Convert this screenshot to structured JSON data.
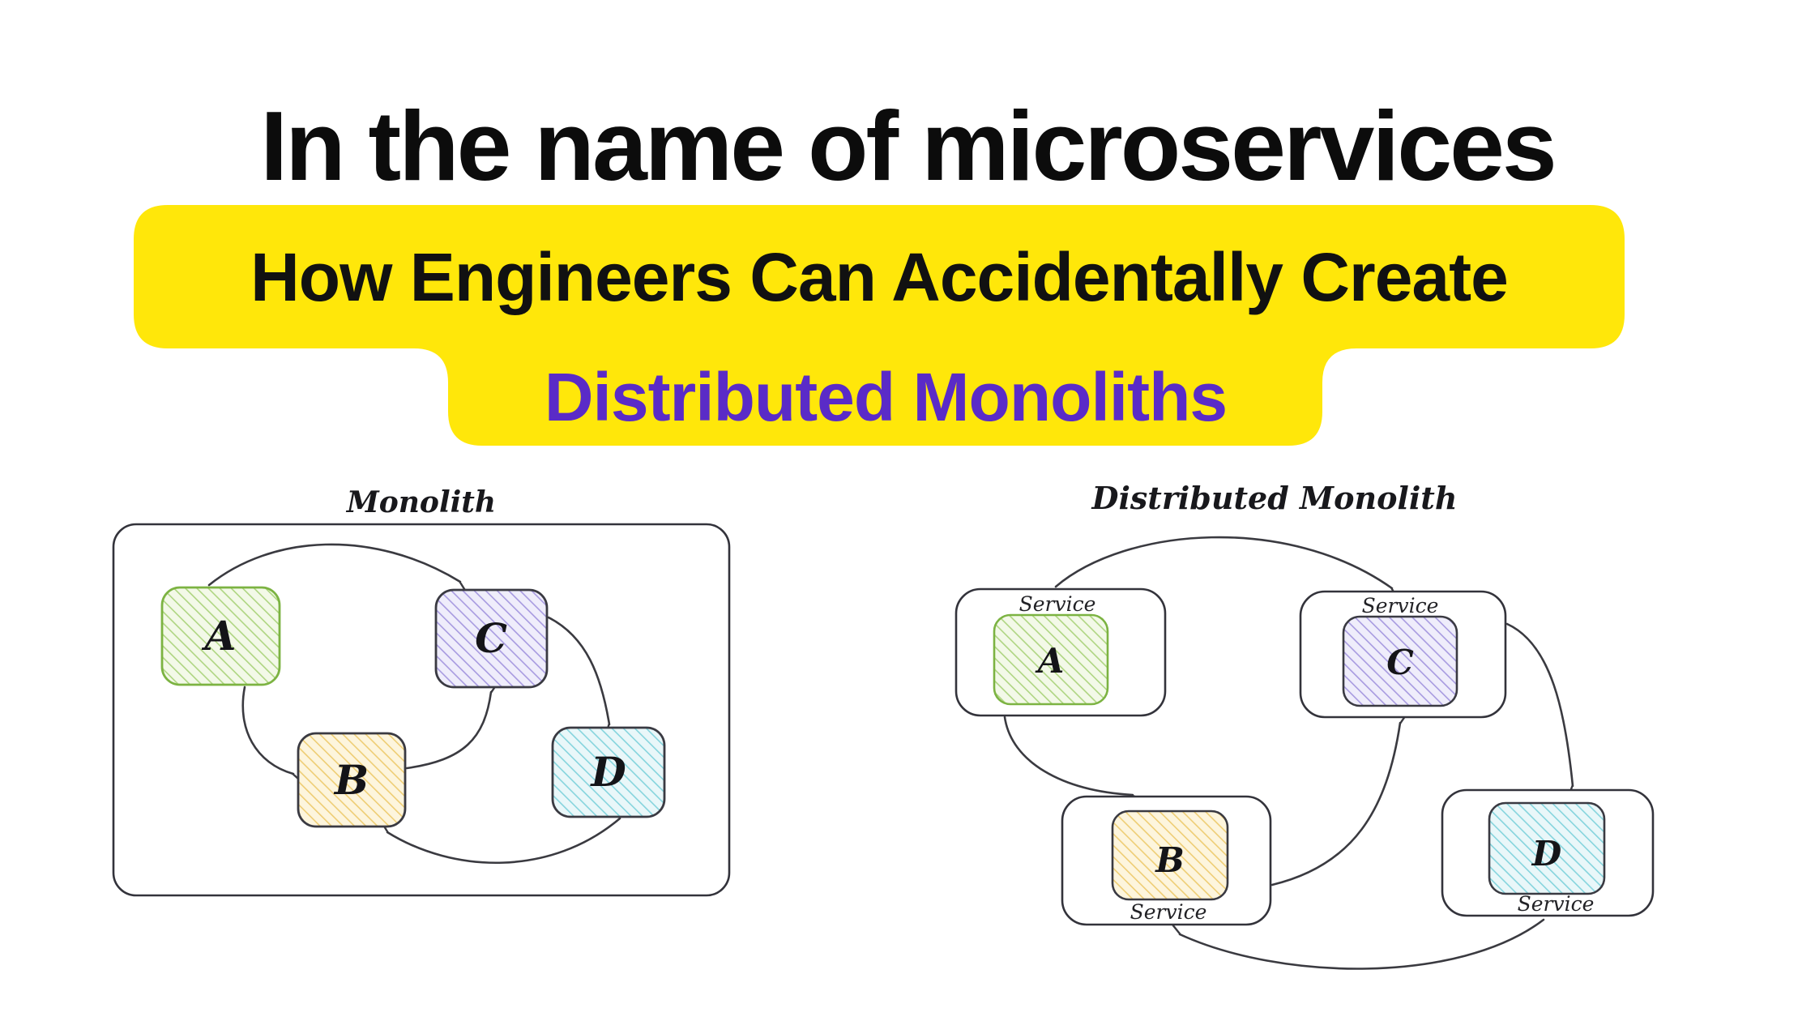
{
  "header": {
    "title": "In the name of microservices"
  },
  "banner": {
    "line1": "How Engineers Can Accidentally Create",
    "line2": "Distributed Monoliths",
    "background_color": "#FFE70A",
    "line1_color": "#111111",
    "line2_color": "#5A2BC7"
  },
  "diagrams": {
    "monolith": {
      "title": "Monolith",
      "nodes": [
        {
          "id": "A",
          "label": "A",
          "hatch_color": "#AED581",
          "border_color": "#7CB342"
        },
        {
          "id": "B",
          "label": "B",
          "hatch_color": "#EECD74",
          "border_color": "#3A3A42"
        },
        {
          "id": "C",
          "label": "C",
          "hatch_color": "#A79AE0",
          "border_color": "#3A3A42"
        },
        {
          "id": "D",
          "label": "D",
          "hatch_color": "#85D4DD",
          "border_color": "#3A3A42"
        }
      ],
      "edges": [
        "A→C",
        "A→B",
        "B→C",
        "C→D",
        "D→B"
      ]
    },
    "distributed_monolith": {
      "title": "Distributed Monolith",
      "service_label": "Service",
      "nodes": [
        {
          "id": "A",
          "label": "A"
        },
        {
          "id": "B",
          "label": "B"
        },
        {
          "id": "C",
          "label": "C"
        },
        {
          "id": "D",
          "label": "D"
        }
      ],
      "edges": [
        "A→C",
        "A→B",
        "B→C",
        "C→D",
        "D→B"
      ]
    }
  }
}
